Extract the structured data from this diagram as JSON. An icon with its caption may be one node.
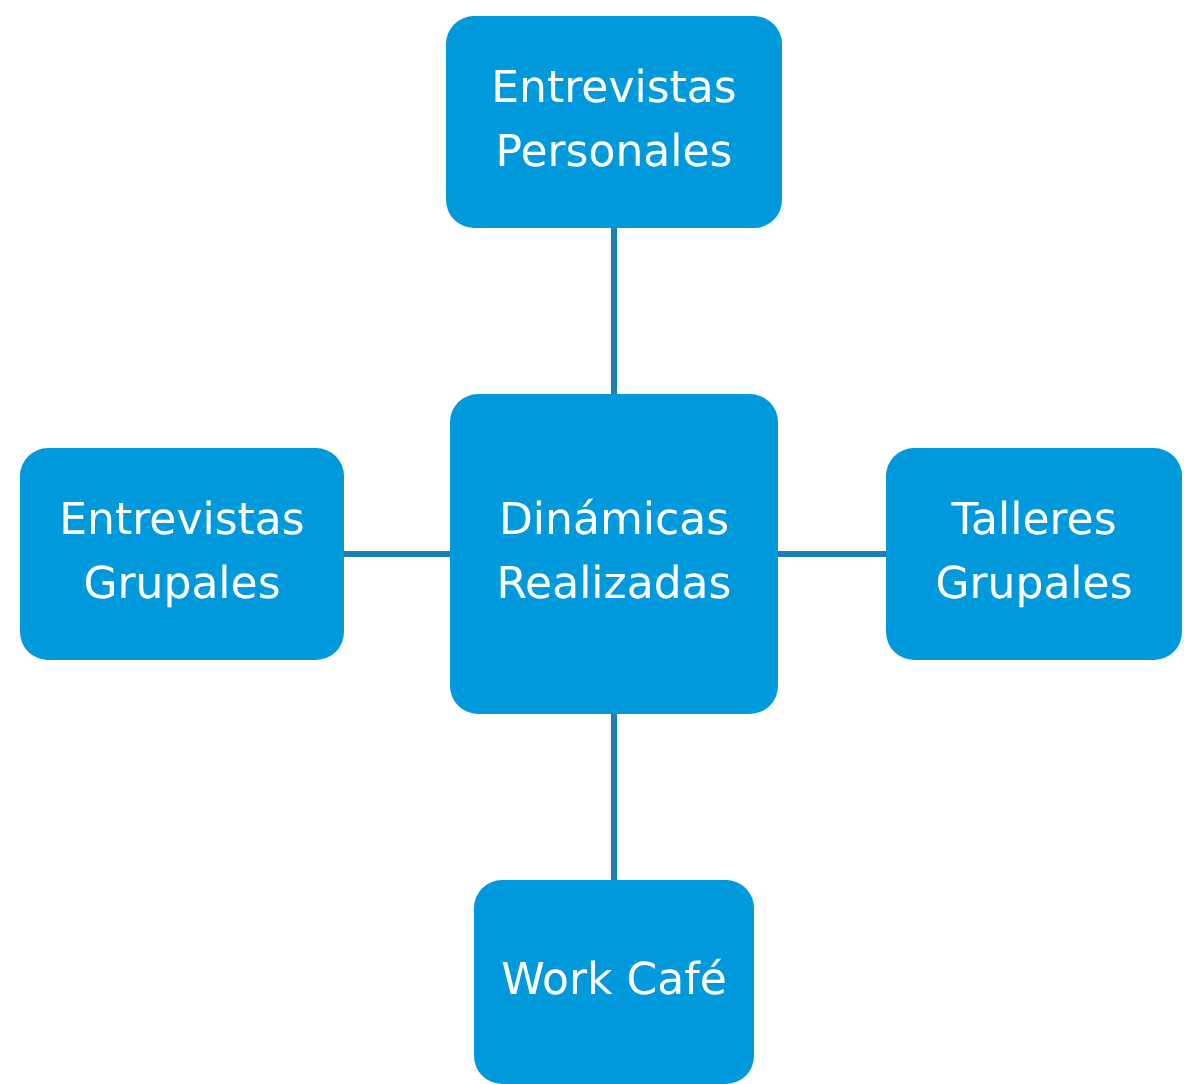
{
  "diagram": {
    "nodes": [
      {
        "text": [
          "Entrevistas Personales"
        ]
      },
      {
        "text": [
          "Entrevistas Grupales"
        ]
      },
      {
        "text": [
          "Dinámicas Realizadas"
        ]
      },
      {
        "text": [
          "Talleres Grupales"
        ]
      },
      {
        "text": [
          "Work Café"
        ]
      }
    ],
    "edges": [
      {
        "from": 2,
        "to": 0,
        "arrow": "none"
      },
      {
        "from": 2,
        "to": 1,
        "arrow": "none"
      },
      {
        "from": 2,
        "to": 3,
        "arrow": "none"
      },
      {
        "from": 2,
        "to": 4,
        "arrow": "none"
      }
    ]
  }
}
